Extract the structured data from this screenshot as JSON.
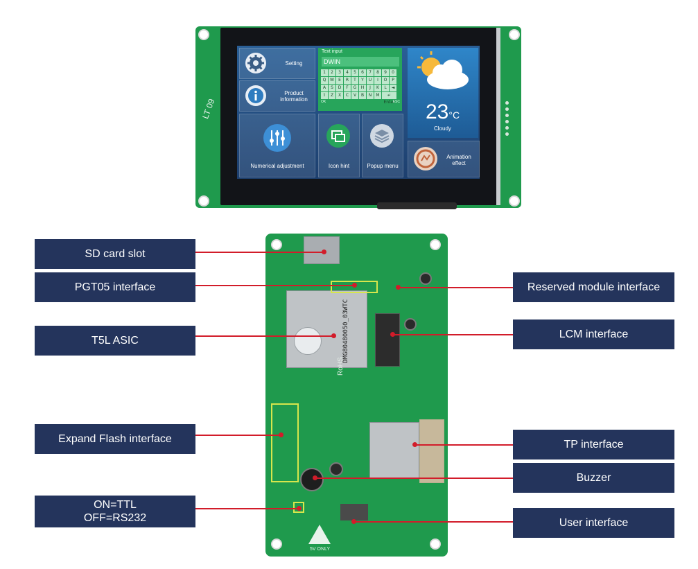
{
  "front_screen": {
    "tiles": {
      "setting": "Setting",
      "product_information": "Product information",
      "numerical_adjustment": "Numerical adjustment",
      "icon_hint": "Icon hint",
      "popup_menu": "Popup menu",
      "animation_effect": "Animation effect"
    },
    "text_input": {
      "title": "Text input",
      "value": "DWIN",
      "rows": [
        [
          "1",
          "2",
          "3",
          "4",
          "5",
          "6",
          "7",
          "8",
          "9",
          "0"
        ],
        [
          "Q",
          "W",
          "E",
          "R",
          "T",
          "Y",
          "U",
          "I",
          "O",
          "P"
        ],
        [
          "A",
          "S",
          "D",
          "F",
          "G",
          "H",
          "J",
          "K",
          "L",
          "◄"
        ],
        [
          "⇧",
          "Z",
          "X",
          "C",
          "V",
          "B",
          "N",
          "M",
          "↵ Enter"
        ]
      ],
      "ok": "OK",
      "esc": "ESC"
    },
    "weather": {
      "temperature": "23",
      "unit": "°C",
      "condition": "Cloudy"
    },
    "pcb_silk": "LT 09"
  },
  "board_markings": {
    "chip_text": "DMG80480050_03WTC",
    "rohs": "RoHS",
    "warning": "5V ONLY"
  },
  "callouts": {
    "sd_card_slot": "SD card slot",
    "pgt05_interface": "PGT05 interface",
    "t5l_asic": "T5L ASIC",
    "expand_flash_interface": "Expand Flash interface",
    "on_ttl_off_rs232": "ON=TTL\nOFF=RS232",
    "reserved_module_interface": "Reserved module interface",
    "lcm_interface": "LCM interface",
    "tp_interface": "TP interface",
    "buzzer": "Buzzer",
    "user_interface": "User interface"
  },
  "colors": {
    "callout_background": "#24345c",
    "leader_line": "#d21c2a",
    "pcb_green": "#1f9a4d"
  }
}
